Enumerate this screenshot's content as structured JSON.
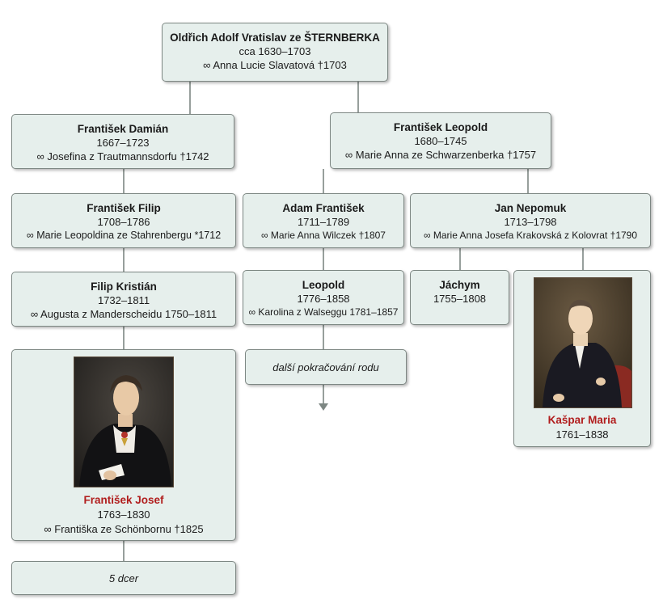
{
  "colors": {
    "box_fill": "#e6efec",
    "box_border": "#7d8783",
    "connector": "#7d8783",
    "highlight_name": "#b11d1d"
  },
  "root": {
    "name": "Oldřich Adolf Vratislav ze ŠTERNBERKA",
    "dates": "cca 1630–1703",
    "spouse": "∞ Anna Lucie Slavatová †1703"
  },
  "frantisek_damian": {
    "name": "František Damián",
    "dates": "1667–1723",
    "spouse": "∞ Josefina z Trautmannsdorfu †1742"
  },
  "frantisek_leopold": {
    "name": "František Leopold",
    "dates": "1680–1745",
    "spouse": "∞ Marie Anna ze Schwarzenberka †1757"
  },
  "frantisek_filip": {
    "name": "František Filip",
    "dates": "1708–1786",
    "spouse": "∞ Marie Leopoldina ze Stahrenbergu *1712"
  },
  "adam_frantisek": {
    "name": "Adam František",
    "dates": "1711–1789",
    "spouse": "∞ Marie Anna Wilczek †1807"
  },
  "jan_nepomuk": {
    "name": "Jan Nepomuk",
    "dates": "1713–1798",
    "spouse": "∞ Marie Anna Josefa Krakovská z Kolovrat †1790"
  },
  "filip_kristian": {
    "name": "Filip Kristián",
    "dates": "1732–1811",
    "spouse": "∞ Augusta z Manderscheidu 1750–1811"
  },
  "leopold": {
    "name": "Leopold",
    "dates": "1776–1858",
    "spouse": "∞ Karolina z Walseggu 1781–1857"
  },
  "jachym": {
    "name": "Jáchym",
    "dates": "1755–1808"
  },
  "kaspar_maria": {
    "name": "Kašpar Maria",
    "dates": "1761–1838"
  },
  "frantisek_josef": {
    "name": "František Josef",
    "dates": "1763–1830",
    "spouse": "∞ Františka ze Schönbornu †1825"
  },
  "continuation": {
    "text": "další pokračování rodu"
  },
  "daughters": {
    "text": "5 dcer"
  }
}
